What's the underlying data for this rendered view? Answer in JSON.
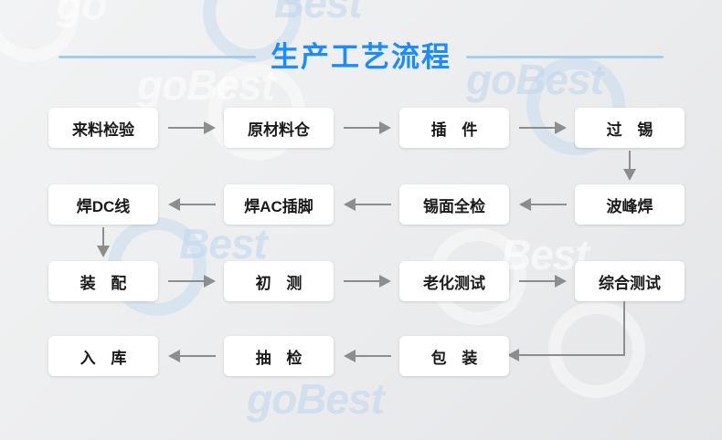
{
  "page": {
    "title": "生产工艺流程",
    "accent_color": "#1a8cff",
    "rule_color": "#a8cdeb",
    "arrow_color": "#8d8d8d",
    "node_bg": "#ffffff",
    "background": "#eeeff0",
    "watermark_text": "goBest"
  },
  "flow": {
    "rows": [
      {
        "direction": "right",
        "nodes": [
          {
            "label": "来料检验",
            "spaced": false
          },
          {
            "label": "原材料仓",
            "spaced": false
          },
          {
            "label": "插 件",
            "spaced": true
          },
          {
            "label": "过 锡",
            "spaced": true
          }
        ]
      },
      {
        "direction": "left",
        "nodes": [
          {
            "label": "焊DC线",
            "spaced": false
          },
          {
            "label": "焊AC插脚",
            "spaced": false
          },
          {
            "label": "锡面全检",
            "spaced": false
          },
          {
            "label": "波峰焊",
            "spaced": false
          }
        ]
      },
      {
        "direction": "right",
        "nodes": [
          {
            "label": "装 配",
            "spaced": true
          },
          {
            "label": "初 测",
            "spaced": true
          },
          {
            "label": "老化测试",
            "spaced": false
          },
          {
            "label": "综合测试",
            "spaced": false
          }
        ]
      },
      {
        "direction": "left",
        "nodes": [
          {
            "label": "入 库",
            "spaced": true
          },
          {
            "label": "抽 检",
            "spaced": true
          },
          {
            "label": "包 装",
            "spaced": true
          }
        ]
      }
    ],
    "connectors": [
      {
        "name": "guoxi-to-bofenghan",
        "type": "vertical-down"
      },
      {
        "name": "handcline-to-zhuangpei",
        "type": "vertical-down"
      },
      {
        "name": "zongheceshi-to-baozhuang",
        "type": "elbow-down-left"
      }
    ]
  }
}
